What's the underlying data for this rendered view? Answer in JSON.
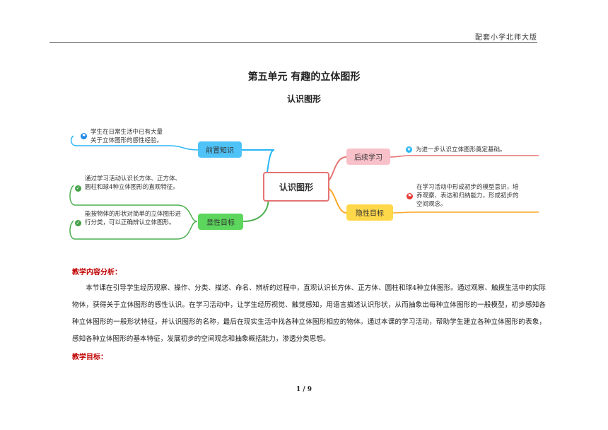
{
  "header": {
    "text": "配套小学北师大版"
  },
  "title": "第五单元  有趣的立体图形",
  "subtitle": "认识图形",
  "mindmap": {
    "center": "认识图形",
    "branches": {
      "qianzhi": {
        "label": "前置知识",
        "leaf": "学生在日常生活中已有大量关于立体图形的感性经验。",
        "color": "#4fc3f7"
      },
      "xianxing": {
        "label": "显性目标",
        "leaves": [
          "通过学习活动认识长方体、正方体、圆柱和球4种立体图形的直观特征。",
          "能按物体的形状对简单的立体图形进行分类，可以正确辨认立体图形。"
        ],
        "color": "#5cd65c"
      },
      "houxu": {
        "label": "后续学习",
        "leaf": "为进一步认识立体图形奠定基础。",
        "color": "#f8c0c8"
      },
      "yinxing": {
        "label": "隐性目标",
        "leaf": "在学习活动中形成初步的模型意识，培养观察、表达和归纳能力，形成初步的空间观念。",
        "color": "#ffd84a"
      }
    }
  },
  "section1": {
    "heading": "教学内容分析：",
    "paragraph": "本节课在引导学生经历观察、操作、分类、描述、命名、辨析的过程中，直观认识长方体、正方体、圆柱和球4种立体图形。通过观察、触摸生活中的实际物体，获得关于立体图形的感性认识。在学习活动中，让学生经历视觉、触觉感知，用语言描述认识形状，从而抽象出每种立体图形的一般模型，初步感知各种立体图形的一般形状特征，并认识图形的名称，最后在现实生活中找各种立体图形相应的物体。通过本课的学习活动，帮助学生建立各种立体图形的表象，感知各种立体图形的基本特征，发展初步的空间观念和抽象概括能力，渗透分类思想。"
  },
  "section2": {
    "heading": "教学目标："
  },
  "footer": {
    "page": "1 / 9"
  }
}
